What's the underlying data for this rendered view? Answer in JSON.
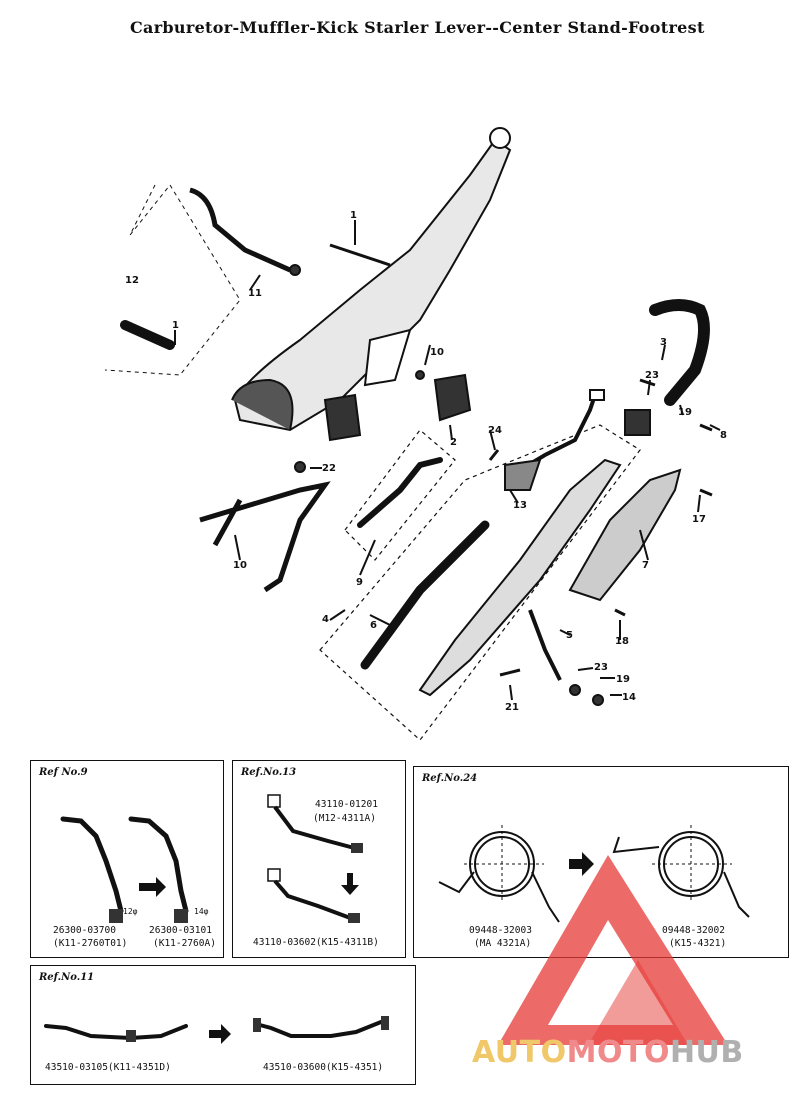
{
  "title": "Carburetor-Muffler-Kick Starler Lever--Center Stand-Footrest",
  "diagram": {
    "callouts": [
      {
        "id": "c1a",
        "label": "1"
      },
      {
        "id": "c11",
        "label": "11"
      },
      {
        "id": "c12",
        "label": "12"
      },
      {
        "id": "c1b",
        "label": "1"
      },
      {
        "id": "c10a",
        "label": "10"
      },
      {
        "id": "c2",
        "label": "2"
      },
      {
        "id": "c3",
        "label": "3"
      },
      {
        "id": "c23a",
        "label": "23"
      },
      {
        "id": "c19a",
        "label": "19"
      },
      {
        "id": "c8",
        "label": "8"
      },
      {
        "id": "c24",
        "label": "24"
      },
      {
        "id": "c22",
        "label": "22"
      },
      {
        "id": "c13",
        "label": "13"
      },
      {
        "id": "c17",
        "label": "17"
      },
      {
        "id": "c10b",
        "label": "10"
      },
      {
        "id": "c9",
        "label": "9"
      },
      {
        "id": "c7",
        "label": "7"
      },
      {
        "id": "c4",
        "label": "4"
      },
      {
        "id": "c6",
        "label": "6"
      },
      {
        "id": "c5",
        "label": "5"
      },
      {
        "id": "c18",
        "label": "18"
      },
      {
        "id": "c23b",
        "label": "23"
      },
      {
        "id": "c19b",
        "label": "19"
      },
      {
        "id": "c14",
        "label": "14"
      },
      {
        "id": "c21",
        "label": "21"
      }
    ]
  },
  "refs": {
    "ref9": {
      "title": "Ref No.9",
      "left_pn": "26300-03700",
      "left_model": "(K11-2760T01)",
      "right_pn": "26300-03101",
      "right_model": "(K11-2760A)",
      "left_dim": "12φ",
      "right_dim": "14φ"
    },
    "ref13": {
      "title": "Ref.No.13",
      "top_pn": "43110-01201",
      "top_model": "(M12-4311A)",
      "bottom_line": "43110-03602(K15-4311B)"
    },
    "ref24": {
      "title": "Ref.No.24",
      "left_pn": "09448-32003",
      "left_model": "(MA 4321A)",
      "right_pn": "09448-32002",
      "right_model": "(K15-4321)"
    },
    "ref11": {
      "title": "Ref.No.11",
      "left_line": "43510-03105(K11-4351D)",
      "right_line": "43510-03600(K15-4351)"
    }
  },
  "watermark": {
    "part1": "AUTO",
    "part2": "MOTO",
    "part3": "HUB",
    "colors": {
      "auto": "#f0c86a",
      "moto": "#f08a8a",
      "hub": "#b0b0b0",
      "triangle": "#e53935"
    }
  }
}
